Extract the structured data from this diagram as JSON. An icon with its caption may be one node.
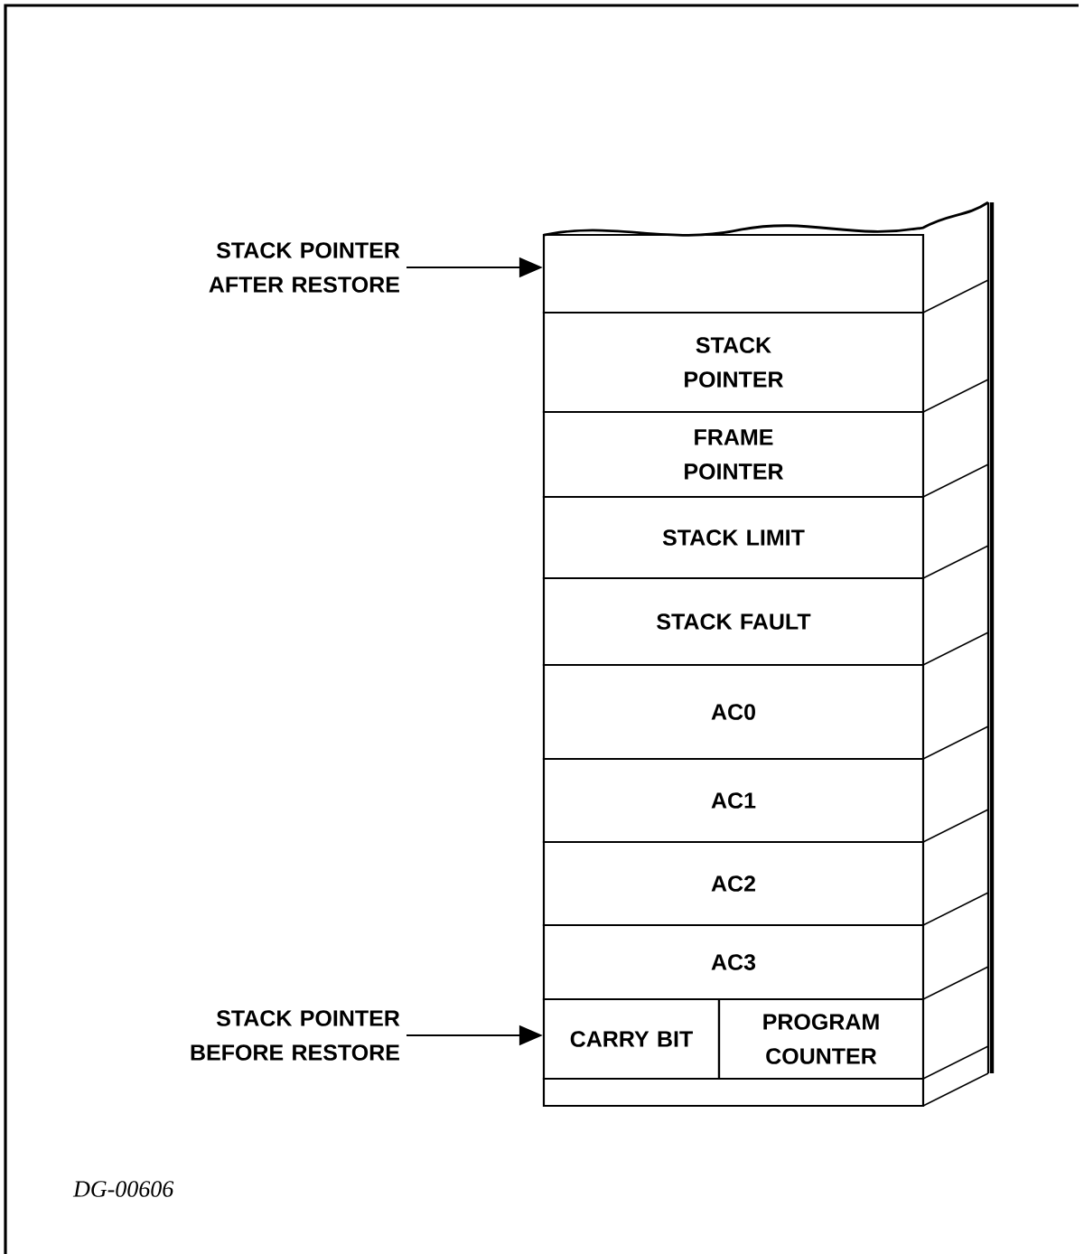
{
  "diagram": {
    "nodes": [
      {
        "text": [
          "STACK POINTER AFTER RESTORE"
        ]
      },
      {
        "text": [
          "STACK POINTER BEFORE RESTORE"
        ]
      },
      {
        "text": [],
        "shape": "box"
      },
      {
        "text": [
          "STACK POINTER"
        ]
      },
      {
        "text": [
          "FRAME POINTER"
        ]
      },
      {
        "text": [
          "STACK LIMIT"
        ]
      },
      {
        "text": [
          "STACK FAULT"
        ]
      },
      {
        "text": [
          "AC0"
        ]
      },
      {
        "text": [
          "AC1"
        ]
      },
      {
        "text": [
          "AC2"
        ]
      },
      {
        "text": [
          "AC3"
        ]
      },
      {
        "text": [
          "CARRY BIT"
        ]
      },
      {
        "text": [
          "PROGRAM COUNTER"
        ]
      },
      {
        "text": [],
        "shape": "box"
      }
    ],
    "edges": [
      {
        "from": 0,
        "to": 2,
        "arrow": "to"
      },
      {
        "from": 1,
        "to": 11,
        "arrow": "to"
      }
    ],
    "labels": [
      "DG-00606"
    ]
  }
}
